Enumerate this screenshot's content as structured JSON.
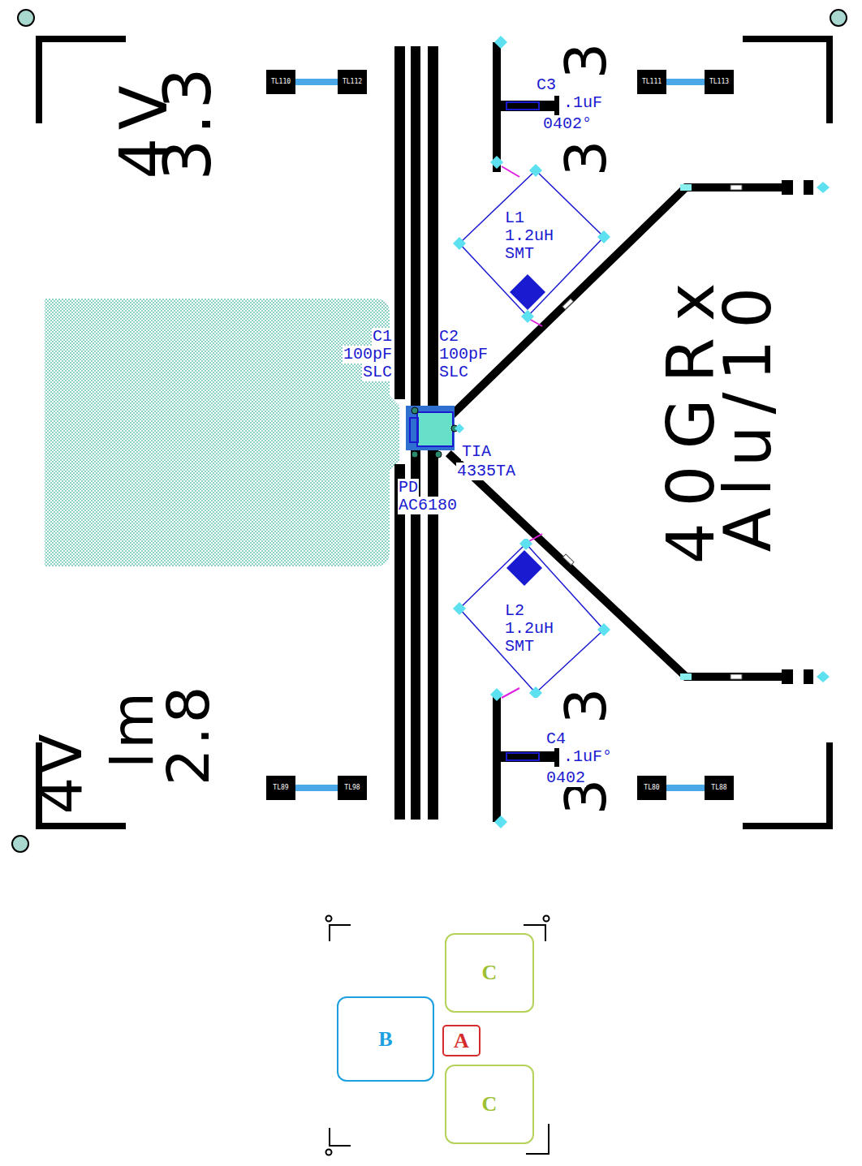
{
  "diagram": {
    "nodes": [
      {
        "text": [
          "L1 1.2uH SMT"
        ]
      },
      {
        "text": [
          "L2 1.2uH SMT"
        ]
      },
      {
        "text": [
          "C"
        ]
      },
      {
        "text": [
          "B"
        ]
      },
      {
        "text": [
          "A"
        ]
      },
      {
        "text": [
          "C"
        ]
      }
    ],
    "labels": [
      "4V",
      "3.3",
      "4V",
      "lm",
      "2.8",
      "40GRx",
      "Alu/10",
      "3",
      "3",
      "3",
      "3",
      "C3",
      ".1uF",
      "0402°",
      "C1",
      "100pF",
      "SLC",
      "C2",
      "100pF",
      "SLC",
      "TIA",
      "4335TA",
      "PD",
      "AC6180",
      "C4",
      ".1uF°",
      "0402",
      "TL110",
      "TL112",
      "TL111",
      "TL113",
      "TL89",
      "TL98",
      "TL80",
      "TL88"
    ]
  }
}
